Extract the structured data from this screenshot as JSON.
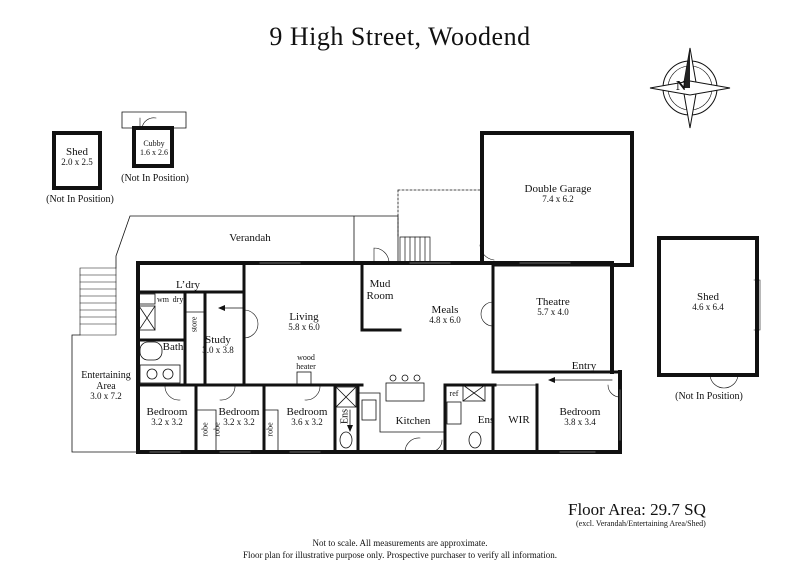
{
  "title": "9 High Street, Woodend",
  "floor_area": "Floor Area: 29.7 SQ",
  "floor_area_note": "(excl. Verandah/Entertaining Area/Shed)",
  "disclaimer_1": "Not to scale. All measurements are approximate.",
  "disclaimer_2": "Floor plan for illustrative purpose only. Prospective purchaser to verify all information.",
  "compass_letter": "N",
  "rooms": {
    "shed_small": {
      "name": "Shed",
      "dims": "2.0 x 2.5",
      "note": "(Not In Position)"
    },
    "cubby": {
      "name": "Cubby",
      "dims": "1.6 x 2.6",
      "note": "(Not In Position)"
    },
    "garage": {
      "name": "Double Garage",
      "dims": "7.4 x 6.2"
    },
    "shed_large": {
      "name": "Shed",
      "dims": "4.6 x 6.4",
      "note": "(Not In Position)"
    },
    "verandah": {
      "name": "Verandah"
    },
    "laundry": {
      "name": "L’dry"
    },
    "wm": "wm",
    "dry": "dry",
    "store": "store",
    "study": {
      "name": "Study",
      "dims": "3.0 x 3.8"
    },
    "bath": {
      "name": "Bath"
    },
    "living": {
      "name": "Living",
      "dims": "5.8 x 6.0"
    },
    "mud_room": {
      "name": "Mud Room"
    },
    "meals": {
      "name": "Meals",
      "dims": "4.8 x 6.0"
    },
    "theatre": {
      "name": "Theatre",
      "dims": "5.7 x 4.0"
    },
    "entry": {
      "name": "Entry"
    },
    "entertaining": {
      "name": "Entertaining Area",
      "dims": "3.0 x 7.2"
    },
    "wood_heater": "wood heater",
    "bed1": {
      "name": "Bedroom",
      "dims": "3.2 x 3.2"
    },
    "bed2": {
      "name": "Bedroom",
      "dims": "3.2 x 3.2"
    },
    "bed3": {
      "name": "Bedroom",
      "dims": "3.6 x 3.2"
    },
    "bed4": {
      "name": "Bedroom",
      "dims": "3.8 x 3.4"
    },
    "robe": "robe",
    "ens1": {
      "name": "Ens"
    },
    "ens2": {
      "name": "Ens"
    },
    "kitchen": {
      "name": "Kitchen"
    },
    "ref": "ref",
    "wir": {
      "name": "WIR"
    }
  }
}
